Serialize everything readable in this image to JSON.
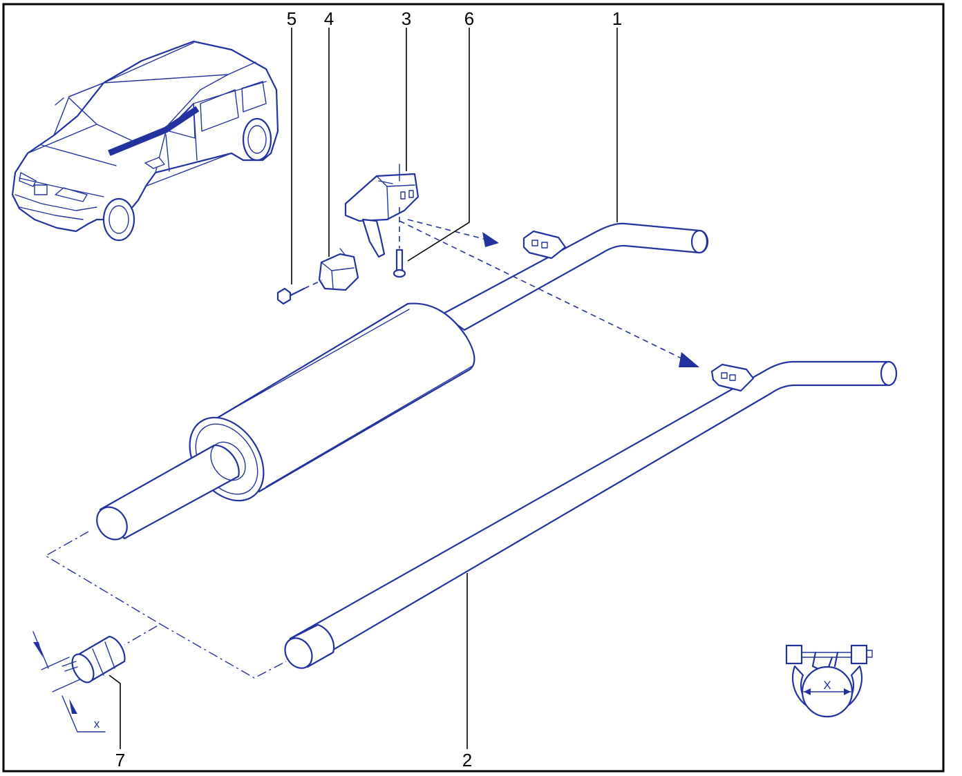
{
  "callouts": {
    "c1": "1",
    "c2": "2",
    "c3": "3",
    "c4": "4",
    "c5": "5",
    "c6": "6",
    "c7": "7"
  },
  "dimensions": {
    "clamp_x": "X",
    "sleeve_x": "x"
  },
  "colors": {
    "ink": "#2233a0",
    "frame": "#000000",
    "background": "#ffffff"
  }
}
